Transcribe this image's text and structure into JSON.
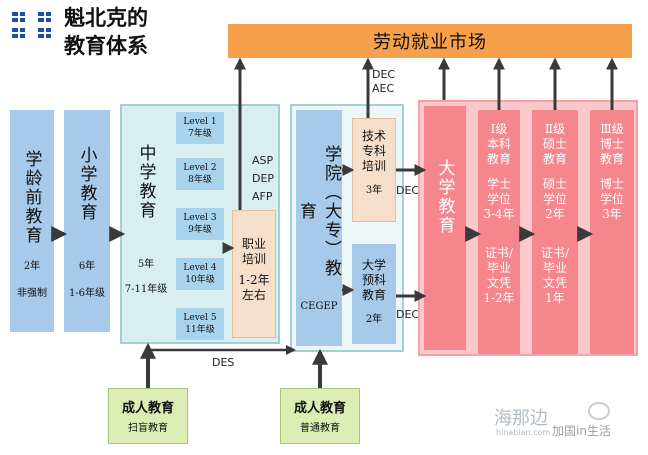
{
  "header": {
    "title_line1": "魁北克的",
    "title_line2": "教育体系",
    "flag_icon": "quebec-flag-icon"
  },
  "labor_market": {
    "label": "劳动就业市场",
    "color": "#f6a04c"
  },
  "preschool": {
    "title": "学龄前教育",
    "years": "2年",
    "note": "非强制"
  },
  "primary": {
    "title": "小学教育",
    "years": "6年",
    "grades": "1-6年级"
  },
  "secondary": {
    "title": "中学教育",
    "years": "5年",
    "grades": "7-11年级",
    "levels": [
      {
        "name": "Level 1",
        "grade": "7年级"
      },
      {
        "name": "Level 2",
        "grade": "8年级"
      },
      {
        "name": "Level 3",
        "grade": "9年级"
      },
      {
        "name": "Level 4",
        "grade": "10年级"
      },
      {
        "name": "Level 5",
        "grade": "11年级"
      }
    ]
  },
  "vocational": {
    "line1": "职业",
    "line2": "培训",
    "line3": "1-2年",
    "line4": "左右"
  },
  "side_labels": {
    "asp": "ASP",
    "dep": "DEP",
    "afp": "AFP",
    "des": "DES",
    "dec_top": "DEC",
    "aec_top": "AEC",
    "dec_mid": "DEC",
    "dec_low": "DEC"
  },
  "cegep": {
    "title": "学院（大专）教育",
    "name": "CEGEP"
  },
  "tech_training": {
    "title": "技术专科培训",
    "years": "3年"
  },
  "pre_university": {
    "title": "大学预科教育",
    "years": "2年"
  },
  "university": {
    "title": "大学教育"
  },
  "bachelor": {
    "title_l1": "Ⅰ级",
    "title_l2": "本科",
    "title_l3": "教育",
    "deg_l1": "学士",
    "deg_l2": "学位",
    "years": "3-4年",
    "c1": "证书/",
    "c2": "毕业",
    "c3": "文凭",
    "c4": "1-2年"
  },
  "master": {
    "title_l1": "Ⅱ级",
    "title_l2": "硕士",
    "title_l3": "教育",
    "deg_l1": "硕士",
    "deg_l2": "学位",
    "years": "2年",
    "c1": "证书/",
    "c2": "毕业",
    "c3": "文凭",
    "c4": "1年"
  },
  "doctorate": {
    "title_l1": "Ⅲ级",
    "title_l2": "博士",
    "title_l3": "教育",
    "deg_l1": "博士",
    "deg_l2": "学位",
    "years": "3年"
  },
  "adult_literacy": {
    "title": "成人教育",
    "sub": "扫盲教育"
  },
  "adult_general": {
    "title": "成人教育",
    "sub": "普通教育"
  },
  "watermark": {
    "brand": "海那边",
    "brand_sub": "hinabian.com",
    "account": "加国in生活"
  },
  "colors": {
    "blue": "#a7c9ea",
    "teal": "#d9efef",
    "pink": "#fbc9cb",
    "red": "#f4868c",
    "peach": "#f6dfca",
    "green": "#dcedb3",
    "arrow": "#3a3a3a"
  }
}
